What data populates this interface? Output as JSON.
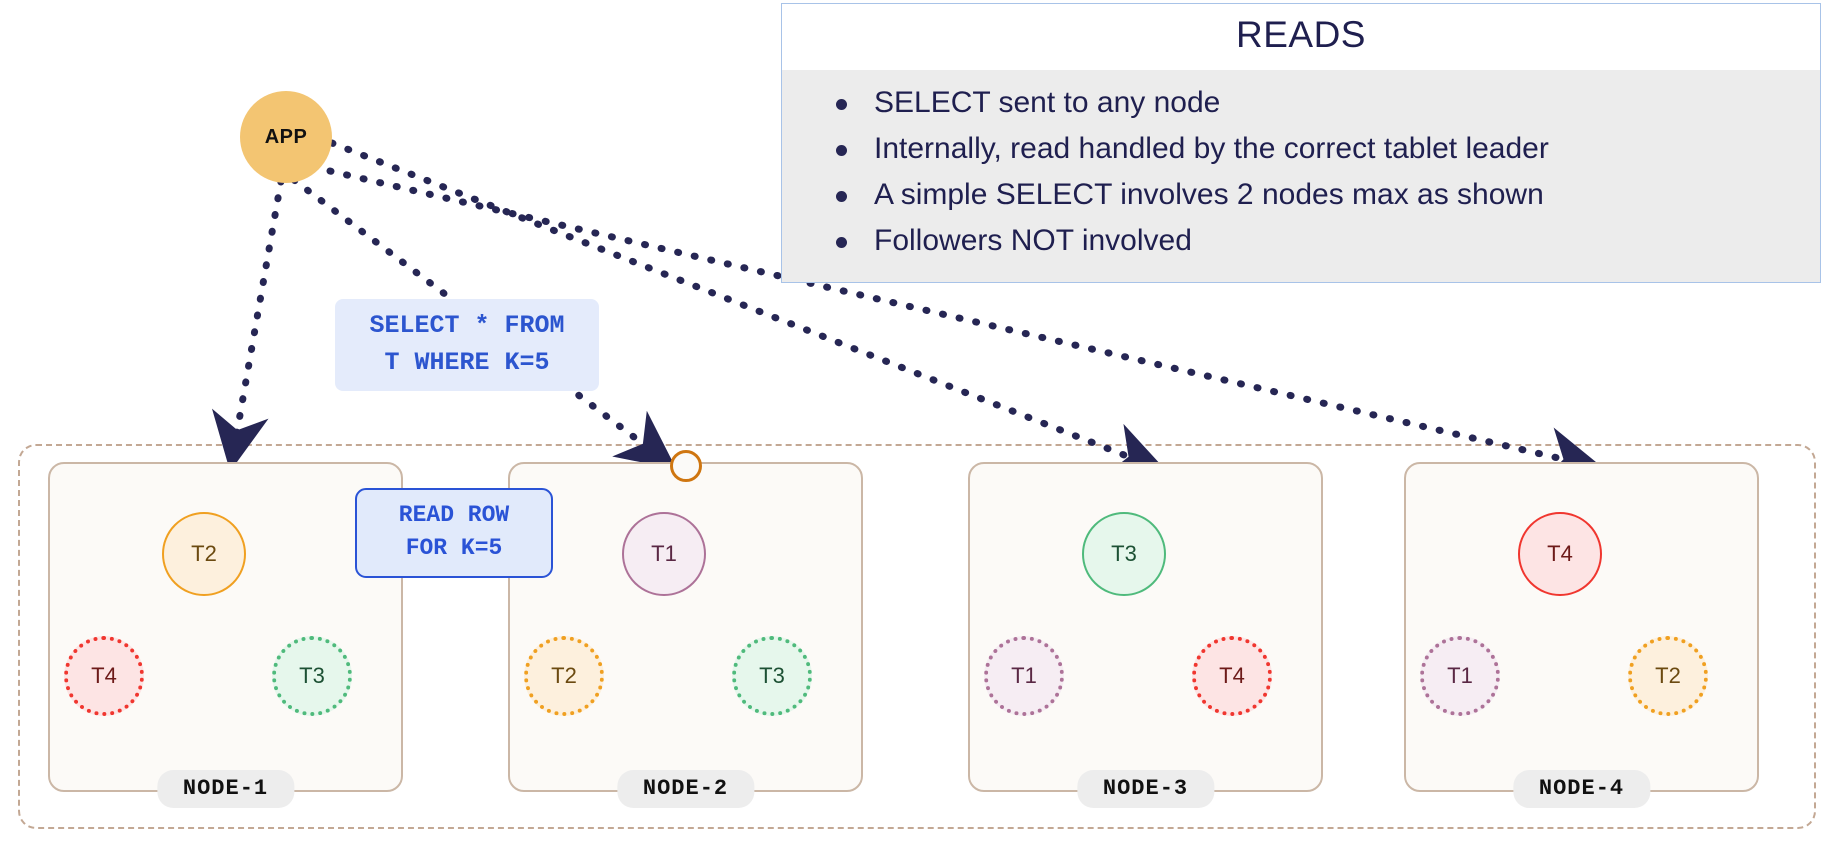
{
  "app": {
    "label": "APP",
    "color": "#f3c572"
  },
  "reads_panel": {
    "title": "READS",
    "border_color": "#a8c3e8",
    "body_bg": "#ececec",
    "text_color": "#1f1f4f",
    "bullets": [
      "SELECT sent to any node",
      "Internally, read handled by the correct tablet leader",
      "A simple SELECT involves 2 nodes max as shown",
      "Followers NOT involved"
    ]
  },
  "sql_label": {
    "line1": "SELECT * FROM",
    "line2": "T WHERE K=5",
    "text_color": "#2c55cf",
    "bg_color": "#e4ebfb"
  },
  "read_row_label": {
    "line1": "READ ROW",
    "line2": "FOR K=5",
    "text_color": "#2a53d6",
    "bg_color": "#e1eafb",
    "border_color": "#2a53d6"
  },
  "cluster": {
    "border_color": "#c3a894",
    "nodes": [
      {
        "name": "NODE-1",
        "leader": {
          "label": "T2",
          "theme": "orange"
        },
        "followers": [
          {
            "label": "T4",
            "theme": "red"
          },
          {
            "label": "T3",
            "theme": "green"
          }
        ]
      },
      {
        "name": "NODE-2",
        "leader": {
          "label": "T1",
          "theme": "purple"
        },
        "followers": [
          {
            "label": "T2",
            "theme": "orange"
          },
          {
            "label": "T3",
            "theme": "green"
          }
        ]
      },
      {
        "name": "NODE-3",
        "leader": {
          "label": "T3",
          "theme": "green"
        },
        "followers": [
          {
            "label": "T1",
            "theme": "purple"
          },
          {
            "label": "T4",
            "theme": "red"
          }
        ]
      },
      {
        "name": "NODE-4",
        "leader": {
          "label": "T4",
          "theme": "red"
        },
        "followers": [
          {
            "label": "T1",
            "theme": "purple"
          },
          {
            "label": "T2",
            "theme": "orange"
          }
        ]
      }
    ]
  },
  "edges": {
    "request_color": "#262654",
    "internal_read_color": "#5b91e0"
  }
}
